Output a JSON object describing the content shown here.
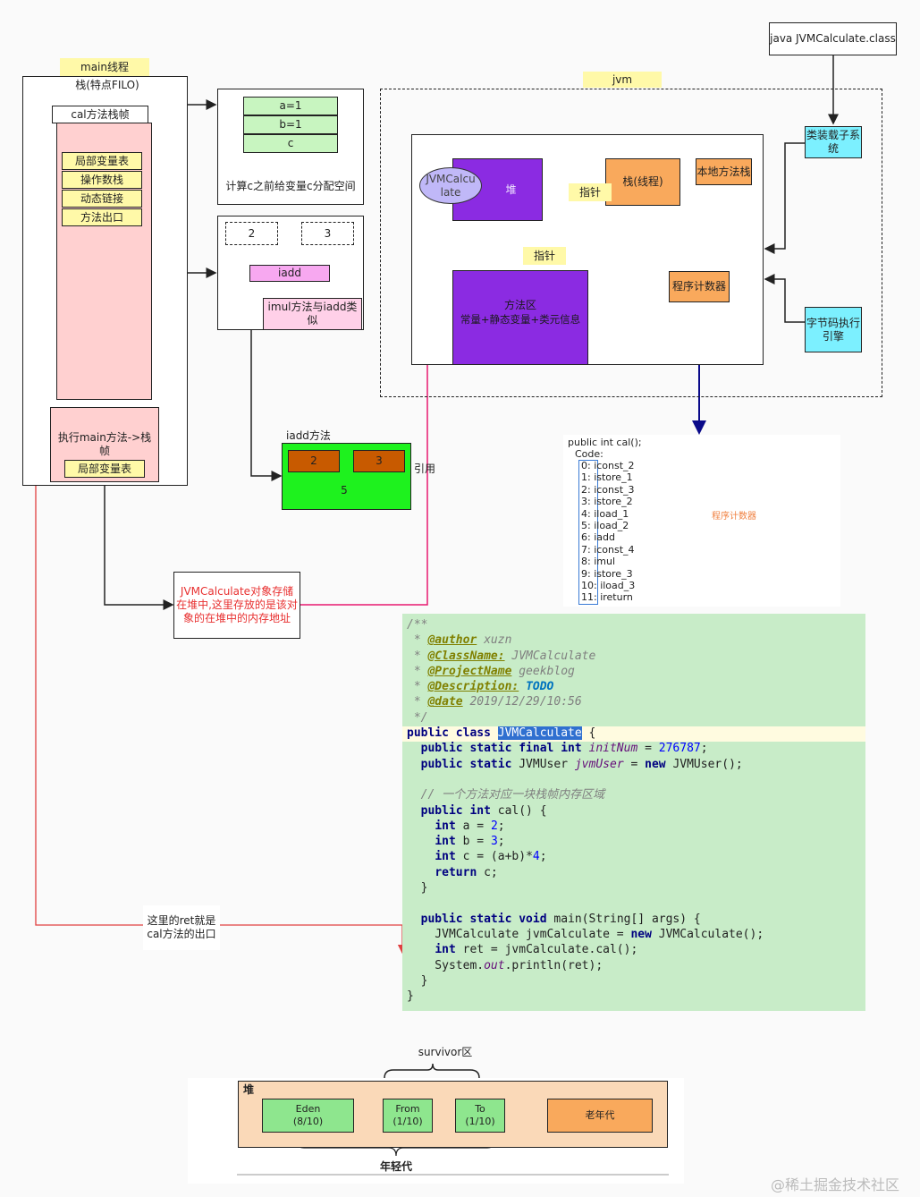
{
  "stack": {
    "thread_label": "main线程",
    "title": "栈(特点FILO)",
    "cal_frame": "cal方法栈帧",
    "items": [
      "局部变量表",
      "操作数栈",
      "动态链接",
      "方法出口"
    ],
    "main_frame": "执行main方法->栈帧",
    "main_local": "局部变量表"
  },
  "locals": {
    "slots": [
      "a=1",
      "b=1",
      "c"
    ],
    "caption": "计算c之前给变量c分配空间"
  },
  "operand": {
    "values": [
      "2",
      "3"
    ],
    "op": "iadd",
    "note": "imul方法与iadd类似"
  },
  "iadd": {
    "title": "iadd方法",
    "inputs": [
      "2",
      "3"
    ],
    "result": "5",
    "ref_label": "引用"
  },
  "object_note": "JVMCalculate对象存储在堆中,这里存放的是该对象的在堆中的内存地址",
  "exit_note": "这里的ret就是cal方法的出口",
  "class_file": "java JVMCalculate.class",
  "jvm": {
    "label": "jvm",
    "class_loader": "类装载子系统",
    "heap": "堆",
    "heap_obj": "JVMCalculate",
    "stack": "栈(线程)",
    "native": "本地方法栈",
    "pointer1": "指针",
    "pointer2": "指针",
    "method_area_title": "方法区",
    "method_area_desc": "常量+静态变量+类元信息",
    "pc": "程序计数器",
    "engine": "字节码执行引擎"
  },
  "bytecode": {
    "header": "public int cal();",
    "code_label": "Code:",
    "lines": [
      "0: iconst_2",
      "1: istore_1",
      "2: iconst_3",
      "3: istore_2",
      "4: iload_1",
      "5: iload_2",
      "6: iadd",
      "7: iconst_4",
      "8: imul",
      "9: istore_3",
      "10: iload_3",
      "11: ireturn"
    ],
    "pc_note": "程序计数器"
  },
  "source": {
    "author": "xuzn",
    "class_name": "JVMCalculate",
    "project": "geekblog",
    "description": "TODO",
    "date": "2019/12/29/10:56",
    "init_num": "276787",
    "comment": "一个方法对应一块栈帧内存区域"
  },
  "heap_diagram": {
    "survivor": "survivor区",
    "heap": "堆",
    "eden": "Eden (8/10)",
    "from": "From (1/10)",
    "to": "To (1/10)",
    "old": "老年代",
    "young": "年轻代"
  },
  "watermark": "@稀土掘金技术社区"
}
